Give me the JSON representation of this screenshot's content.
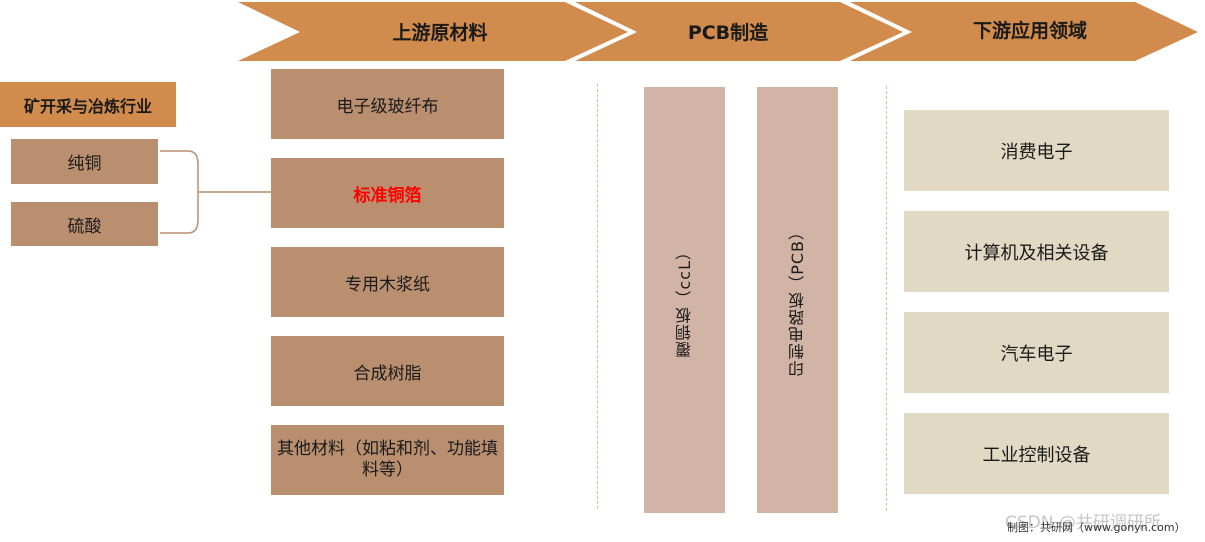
{
  "header": {
    "stages": [
      {
        "label": "上游原材料"
      },
      {
        "label": "PCB制造"
      },
      {
        "label": "下游应用领域"
      }
    ]
  },
  "mining": {
    "title": "矿开采与冶炼行业",
    "inputs": [
      {
        "label": "纯铜"
      },
      {
        "label": "硫酸"
      }
    ]
  },
  "upstream": {
    "items": [
      {
        "label": "电子级玻纤布"
      },
      {
        "label": "标准铜箔",
        "highlight_color": "#ff0000"
      },
      {
        "label": "专用木浆纸"
      },
      {
        "label": "合成树脂"
      },
      {
        "label": "其他材料（如粘和剂、功能填料等）"
      }
    ]
  },
  "manufacturing": {
    "items": [
      {
        "label": "覆铜板（ccL）"
      },
      {
        "label": "印制电路板（PCB）"
      }
    ]
  },
  "downstream": {
    "items": [
      {
        "label": "消费电子"
      },
      {
        "label": "计算机及相关设备"
      },
      {
        "label": "汽车电子"
      },
      {
        "label": "工业控制设备"
      }
    ]
  },
  "watermark": "CSDN @共研调研所",
  "credit": "制图：共研网（www.gonyn.com）",
  "colors": {
    "chevron": "#d18b4c",
    "brown_box": "#b98f6f",
    "pink_box": "#d2b4a6",
    "beige_box": "#e2d9c4",
    "dashed_line": "#e8b78c"
  }
}
